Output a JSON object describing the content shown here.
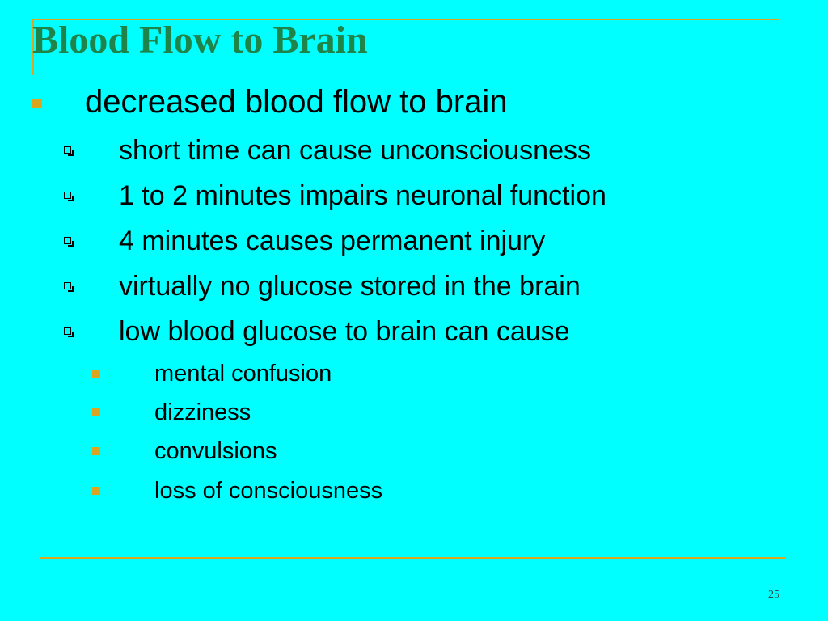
{
  "colors": {
    "background": "#00FFFF",
    "title": "#1E8449",
    "rule": "#DAA520",
    "bullet_level1": "#DAA520",
    "bullet_level3": "#DAA520",
    "text": "#000000",
    "page_number": "#2F4F4F"
  },
  "slide": {
    "title": "Blood Flow to Brain",
    "page_number": "25",
    "bullets": [
      {
        "text": "decreased blood flow to brain",
        "icon": "filled-square-bullet-icon",
        "children": [
          {
            "text": "short time can cause unconsciousness",
            "icon": "shadowed-box-bullet-icon"
          },
          {
            "text": "1 to 2 minutes impairs neuronal function",
            "icon": "shadowed-box-bullet-icon"
          },
          {
            "text": "4 minutes causes permanent injury",
            "icon": "shadowed-box-bullet-icon"
          },
          {
            "text": "virtually no glucose stored in the brain",
            "icon": "shadowed-box-bullet-icon"
          },
          {
            "text": "low blood glucose to brain can cause",
            "icon": "shadowed-box-bullet-icon",
            "children": [
              {
                "text": "mental confusion",
                "icon": "filled-square-bullet-icon"
              },
              {
                "text": "dizziness",
                "icon": "filled-square-bullet-icon"
              },
              {
                "text": "convulsions",
                "icon": "filled-square-bullet-icon"
              },
              {
                "text": "loss of consciousness",
                "icon": "filled-square-bullet-icon"
              }
            ]
          }
        ]
      }
    ]
  }
}
